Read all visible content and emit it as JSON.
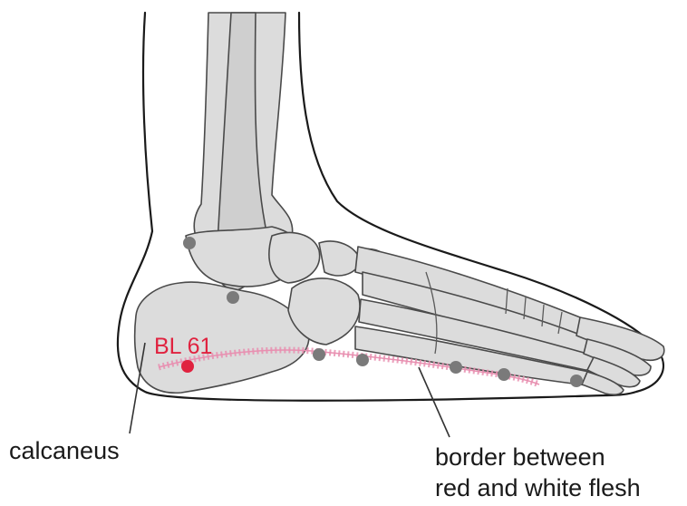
{
  "labels": {
    "point": "BL 61",
    "calcaneus": "calcaneus",
    "border_line1": "border between",
    "border_line2": "red and white flesh"
  },
  "colors": {
    "point": "#e0223f",
    "border_line": "#e88fb0",
    "bone_fill": "#dcdcdc",
    "bone_stroke": "#4a4a4a",
    "outline": "#1a1a1a",
    "marker": "#7a7a7a"
  }
}
